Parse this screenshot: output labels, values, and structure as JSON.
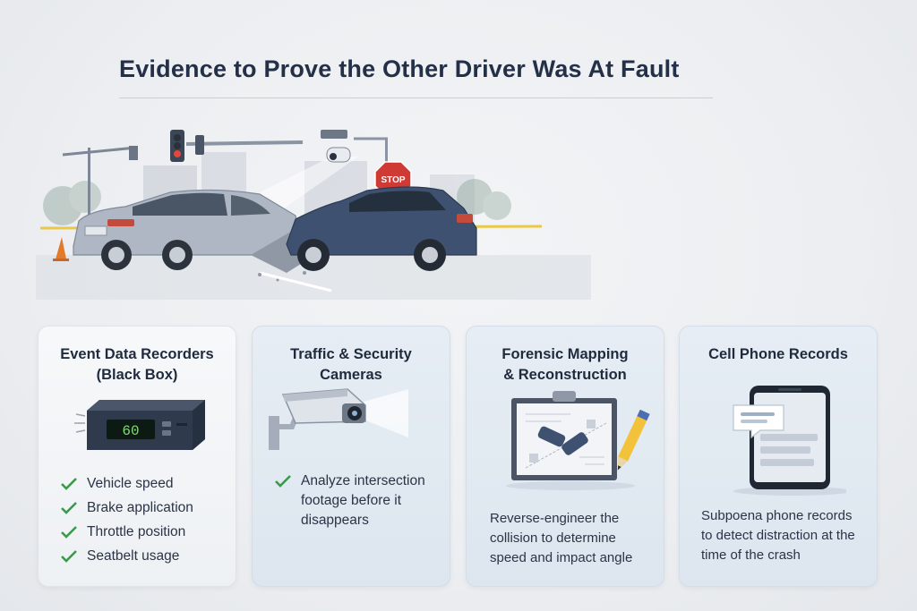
{
  "title": "Evidence to Prove the Other Driver Was At Fault",
  "scene": {
    "stop_sign_text": "STOP"
  },
  "cards": [
    {
      "title_line1": "Event Data Recorders",
      "title_line2": "(Black Box)",
      "display_value": "60",
      "items": [
        "Vehicle speed",
        "Brake application",
        "Throttle position",
        "Seatbelt usage"
      ]
    },
    {
      "title_line1": "Traffic & Security",
      "title_line2": "Cameras",
      "items": [
        "Analyze intersection",
        "footage before it",
        "disappears"
      ]
    },
    {
      "title_line1": "Forensic Mapping",
      "title_line2": "& Reconstruction",
      "text_lines": [
        "Reverse-engineer the",
        "collision to determine",
        "speed and impact angle"
      ]
    },
    {
      "title_line1": "Cell Phone Records",
      "text_lines": [
        "Subpoena phone records",
        "to detect distraction at the",
        "time of the crash"
      ]
    }
  ],
  "colors": {
    "check": "#3a9a4c",
    "title": "#233047",
    "display": "#7be06a"
  }
}
